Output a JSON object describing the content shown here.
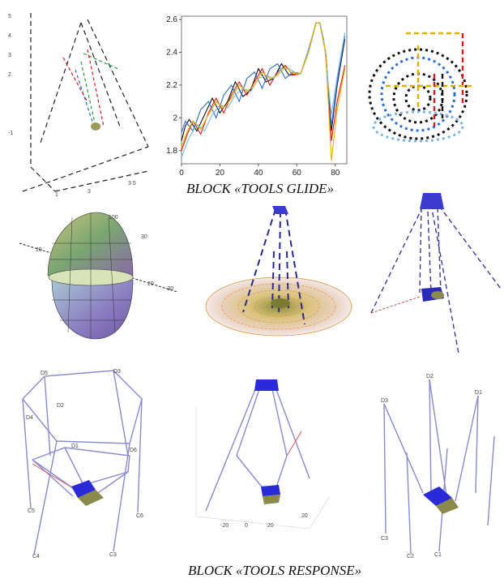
{
  "captions": {
    "glide": "BLOCK «TOOLS GLIDE»",
    "response": "BLOCK «TOOLS RESPONSE»"
  },
  "chart_data": {
    "type": "line",
    "title": "",
    "xlabel": "",
    "ylabel": "",
    "xlim": [
      0,
      86
    ],
    "ylim": [
      1.72,
      2.62
    ],
    "x_ticks": [
      0,
      20,
      40,
      60,
      80
    ],
    "y_ticks": [
      1.8,
      2.0,
      2.2,
      2.4,
      2.6
    ],
    "colors": [
      "#111111",
      "#d81b1b",
      "#2d6bd6",
      "#7fb6d9",
      "#e0b000"
    ],
    "series": [
      {
        "values": [
          [
            0,
            1.86
          ],
          [
            2,
            1.95
          ],
          [
            4,
            1.99
          ],
          [
            8,
            1.92
          ],
          [
            12,
            2.02
          ],
          [
            16,
            2.12
          ],
          [
            20,
            2.03
          ],
          [
            24,
            2.1
          ],
          [
            28,
            2.22
          ],
          [
            32,
            2.13
          ],
          [
            36,
            2.17
          ],
          [
            40,
            2.3
          ],
          [
            44,
            2.22
          ],
          [
            48,
            2.24
          ],
          [
            52,
            2.33
          ],
          [
            56,
            2.26
          ],
          [
            62,
            2.27
          ],
          [
            66,
            2.4
          ],
          [
            70,
            2.58
          ],
          [
            72,
            2.58
          ],
          [
            75,
            2.4
          ],
          [
            78,
            1.92
          ],
          [
            81,
            2.2
          ],
          [
            85,
            2.48
          ]
        ]
      },
      {
        "values": [
          [
            0,
            1.8
          ],
          [
            3,
            1.9
          ],
          [
            6,
            1.98
          ],
          [
            10,
            1.9
          ],
          [
            14,
            2.03
          ],
          [
            18,
            2.12
          ],
          [
            22,
            2.03
          ],
          [
            26,
            2.14
          ],
          [
            30,
            2.22
          ],
          [
            34,
            2.14
          ],
          [
            38,
            2.22
          ],
          [
            42,
            2.3
          ],
          [
            46,
            2.2
          ],
          [
            50,
            2.28
          ],
          [
            54,
            2.32
          ],
          [
            58,
            2.26
          ],
          [
            62,
            2.27
          ],
          [
            66,
            2.4
          ],
          [
            70,
            2.58
          ],
          [
            72,
            2.58
          ],
          [
            75,
            2.4
          ],
          [
            78,
            1.86
          ],
          [
            81,
            2.1
          ],
          [
            85,
            2.32
          ]
        ]
      },
      {
        "values": [
          [
            0,
            1.91
          ],
          [
            2,
            1.98
          ],
          [
            6,
            1.92
          ],
          [
            10,
            2.05
          ],
          [
            14,
            2.1
          ],
          [
            18,
            2.0
          ],
          [
            22,
            2.14
          ],
          [
            26,
            2.2
          ],
          [
            30,
            2.1
          ],
          [
            34,
            2.24
          ],
          [
            38,
            2.28
          ],
          [
            42,
            2.18
          ],
          [
            46,
            2.3
          ],
          [
            50,
            2.33
          ],
          [
            54,
            2.24
          ],
          [
            58,
            2.28
          ],
          [
            62,
            2.27
          ],
          [
            66,
            2.4
          ],
          [
            70,
            2.58
          ],
          [
            72,
            2.58
          ],
          [
            75,
            2.4
          ],
          [
            78,
            1.95
          ],
          [
            81,
            2.22
          ],
          [
            85,
            2.5
          ]
        ]
      },
      {
        "values": [
          [
            0,
            1.76
          ],
          [
            4,
            1.88
          ],
          [
            8,
            1.96
          ],
          [
            12,
            1.92
          ],
          [
            16,
            2.02
          ],
          [
            20,
            2.08
          ],
          [
            24,
            2.06
          ],
          [
            28,
            2.14
          ],
          [
            32,
            2.18
          ],
          [
            36,
            2.16
          ],
          [
            40,
            2.24
          ],
          [
            44,
            2.26
          ],
          [
            48,
            2.24
          ],
          [
            52,
            2.3
          ],
          [
            56,
            2.3
          ],
          [
            60,
            2.27
          ],
          [
            62,
            2.27
          ],
          [
            66,
            2.42
          ],
          [
            70,
            2.58
          ],
          [
            72,
            2.58
          ],
          [
            74,
            2.48
          ],
          [
            78,
            2.02
          ],
          [
            81,
            2.25
          ],
          [
            85,
            2.52
          ]
        ]
      },
      {
        "values": [
          [
            0,
            1.82
          ],
          [
            3,
            1.92
          ],
          [
            6,
            1.98
          ],
          [
            10,
            1.93
          ],
          [
            14,
            2.02
          ],
          [
            18,
            2.1
          ],
          [
            22,
            2.06
          ],
          [
            26,
            2.12
          ],
          [
            30,
            2.2
          ],
          [
            34,
            2.16
          ],
          [
            38,
            2.2
          ],
          [
            42,
            2.28
          ],
          [
            46,
            2.24
          ],
          [
            50,
            2.26
          ],
          [
            54,
            2.31
          ],
          [
            58,
            2.27
          ],
          [
            62,
            2.27
          ],
          [
            66,
            2.4
          ],
          [
            70,
            2.58
          ],
          [
            72,
            2.58
          ],
          [
            75,
            2.4
          ],
          [
            78,
            1.74
          ],
          [
            81,
            2.05
          ],
          [
            85,
            2.3
          ]
        ]
      }
    ]
  }
}
